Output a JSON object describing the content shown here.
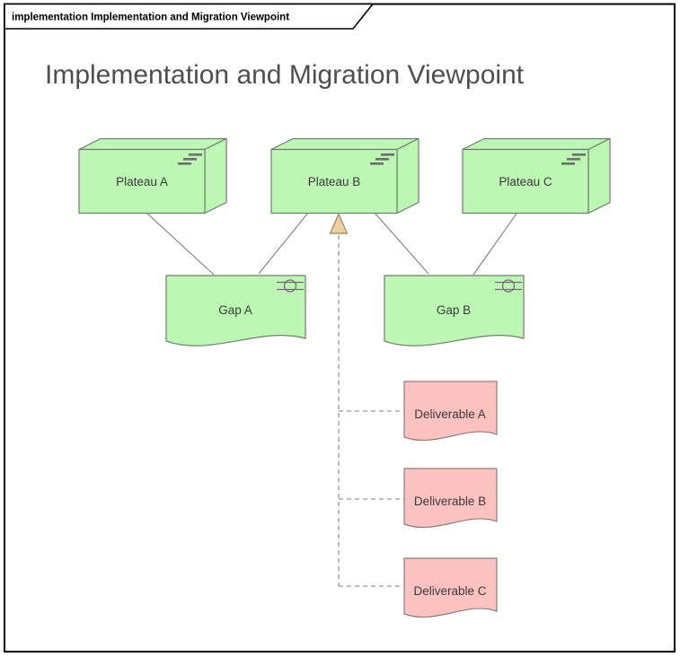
{
  "frame": {
    "tab_label": "implementation Implementation and Migration Viewpoint"
  },
  "title": "Implementation and Migration Viewpoint",
  "colors": {
    "frame_color": "#000000",
    "title_color": "#4f4f4f",
    "label_color": "#3a3a3a",
    "green_fill": "#bdf7b4",
    "green_stroke": "#6f7f6f",
    "pink_fill": "#fcc2bf",
    "pink_stroke": "#8f7d7d",
    "connector_color": "#7f7f7f",
    "icon_color": "#6e6e6e",
    "arrow_fill": "#eed0a0",
    "arrow_stroke": "#99855f"
  },
  "nodes": {
    "plateaus": [
      {
        "label": "Plateau A"
      },
      {
        "label": "Plateau B"
      },
      {
        "label": "Plateau C"
      }
    ],
    "gaps": [
      {
        "label": "Gap A"
      },
      {
        "label": "Gap B"
      }
    ],
    "deliverables": [
      {
        "label": "Deliverable A"
      },
      {
        "label": "Deliverable B"
      },
      {
        "label": "Deliverable C"
      }
    ]
  }
}
